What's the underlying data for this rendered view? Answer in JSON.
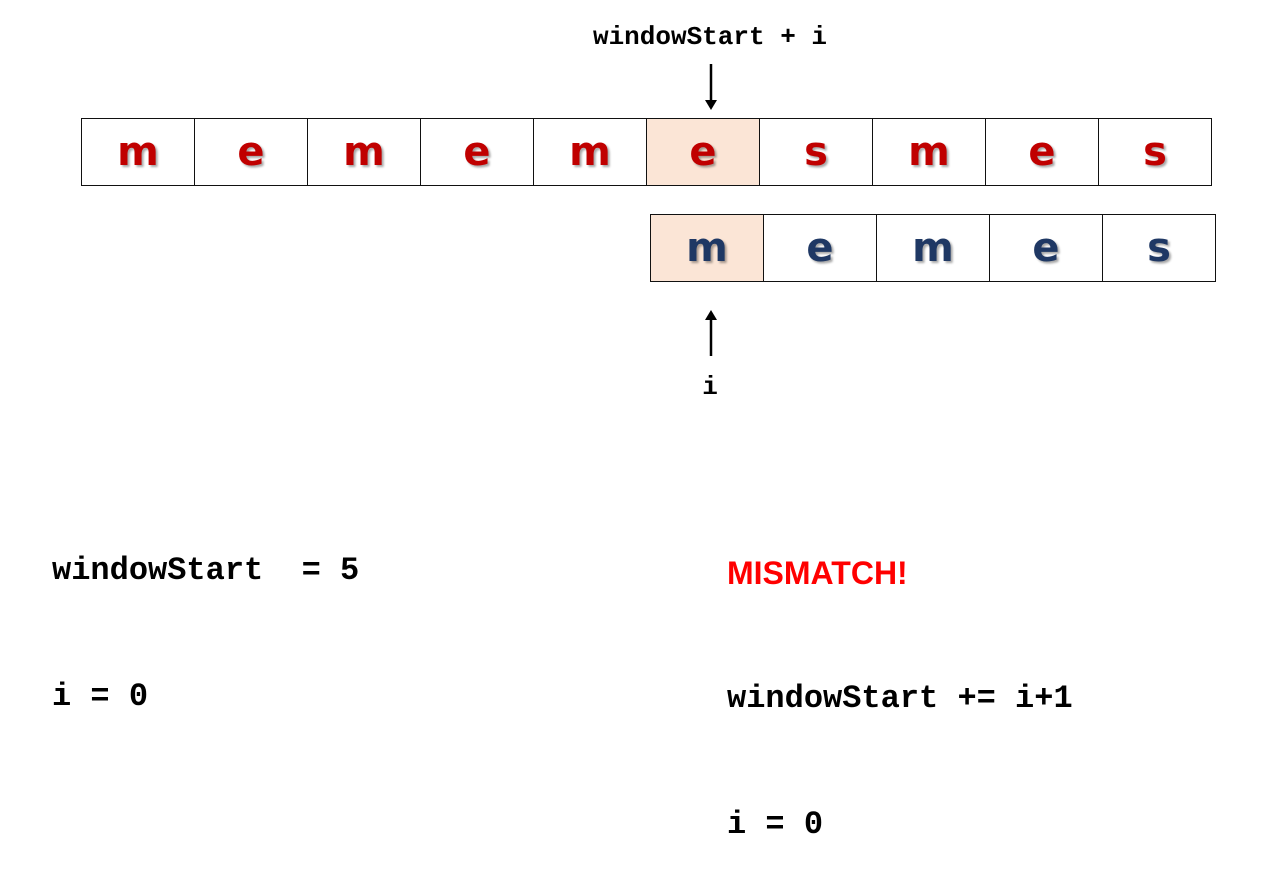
{
  "top_pointer_label": "windowStart + i",
  "bottom_pointer_label": "i",
  "text_row": {
    "chars": [
      "m",
      "e",
      "m",
      "e",
      "m",
      "e",
      "s",
      "m",
      "e",
      "s"
    ],
    "highlight_index": 5
  },
  "pattern_row": {
    "chars": [
      "m",
      "e",
      "m",
      "e",
      "s"
    ],
    "highlight_index": 0
  },
  "left_state": {
    "line1": "windowStart  = 5",
    "line2": "i = 0"
  },
  "right_state": {
    "status": "MISMATCH!",
    "line1": "windowStart += i+1",
    "line2": "i = 0"
  },
  "colors": {
    "text_char": "#c00000",
    "pattern_char": "#1f3864",
    "highlight": "#fbe5d6",
    "mismatch": "#ff0000"
  }
}
